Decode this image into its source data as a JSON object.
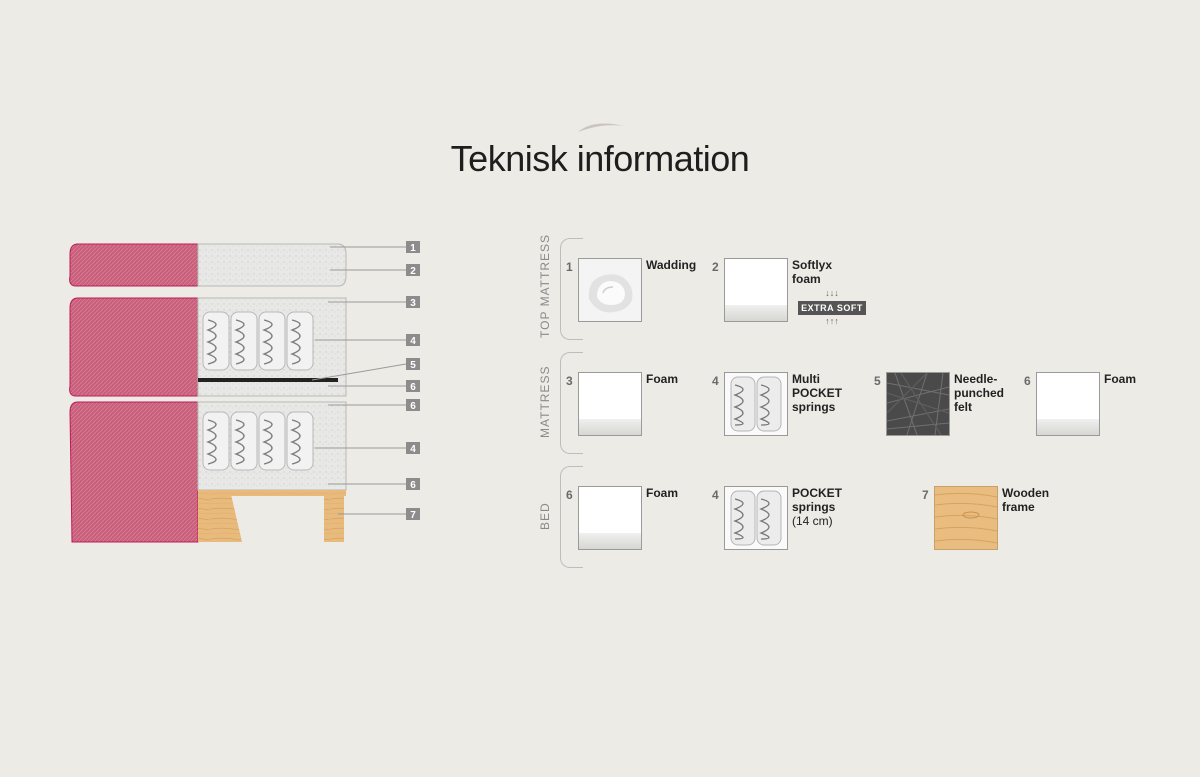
{
  "title": "Teknisk information",
  "diagram_callouts": [
    "1",
    "2",
    "3",
    "4",
    "5",
    "6",
    "6",
    "4",
    "6",
    "7"
  ],
  "groups": [
    {
      "label": "TOP MATTRESS",
      "items": [
        {
          "num": "1",
          "label": "Wadding",
          "sub": "",
          "swatch": "wadding"
        },
        {
          "num": "2",
          "label": "Softlyx foam",
          "sub": "",
          "swatch": "foam",
          "badge": {
            "arrows_top": "↓↓↓",
            "text": "EXTRA SOFT",
            "arrows_bottom": "↑↑↑"
          }
        }
      ]
    },
    {
      "label": "MATTRESS",
      "items": [
        {
          "num": "3",
          "label": "Foam",
          "sub": "",
          "swatch": "foam"
        },
        {
          "num": "4",
          "label": "Multi POCKET springs",
          "sub": "",
          "swatch": "springs"
        },
        {
          "num": "5",
          "label": "Needle-punched felt",
          "sub": "",
          "swatch": "felt"
        },
        {
          "num": "6",
          "label": "Foam",
          "sub": "",
          "swatch": "foam"
        }
      ]
    },
    {
      "label": "BED",
      "items": [
        {
          "num": "6",
          "label": "Foam",
          "sub": "",
          "swatch": "foam"
        },
        {
          "num": "4",
          "label": "POCKET springs",
          "sub": "(14 cm)",
          "swatch": "springs"
        },
        {
          "num": "7",
          "label": "Wooden frame",
          "sub": "",
          "swatch": "wood"
        }
      ]
    }
  ],
  "colors": {
    "background": "#ecebe6",
    "fabric": "#c85f7a",
    "wood": "#e6b878",
    "callout_box": "#8c8c8c"
  }
}
